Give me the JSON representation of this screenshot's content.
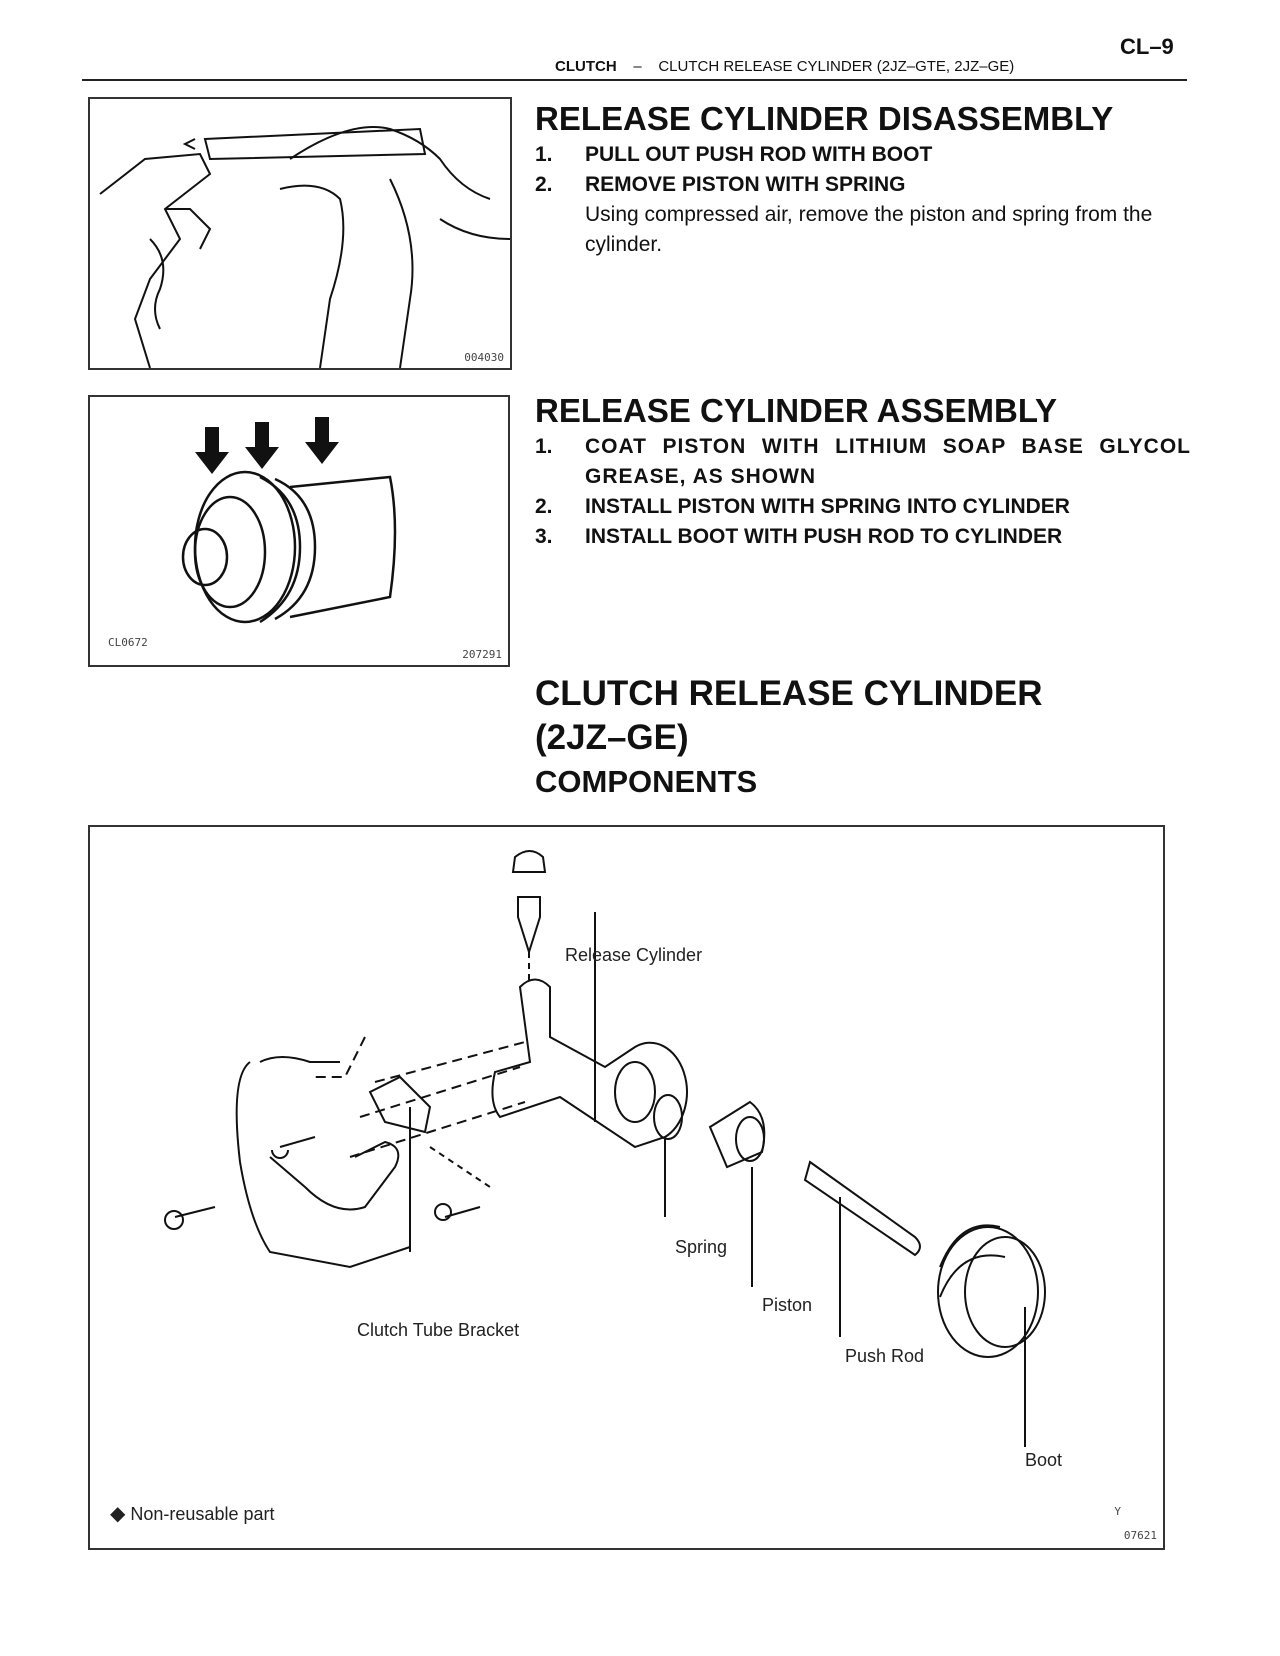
{
  "header": {
    "page_number": "CL–9",
    "section": "CLUTCH",
    "separator": "–",
    "subsection": "CLUTCH RELEASE CYLINDER (2JZ–GTE, 2JZ–GE)"
  },
  "disassembly": {
    "title": "RELEASE CYLINDER DISASSEMBLY",
    "steps": [
      {
        "num": "1.",
        "text": "PULL OUT PUSH ROD WITH BOOT"
      },
      {
        "num": "2.",
        "text": "REMOVE PISTON WITH SPRING",
        "detail": "Using compressed air, remove the piston and spring from the cylinder."
      }
    ],
    "figure_code": "004030"
  },
  "assembly": {
    "title": "RELEASE CYLINDER ASSEMBLY",
    "steps": [
      {
        "num": "1.",
        "text": "COAT PISTON WITH LITHIUM SOAP BASE GLYCOL GREASE, AS SHOWN"
      },
      {
        "num": "2.",
        "text": "INSTALL PISTON WITH SPRING INTO CYLINDER"
      },
      {
        "num": "3.",
        "text": "INSTALL BOOT WITH PUSH ROD TO CYLINDER"
      }
    ],
    "figure_code_left": "CL0672",
    "figure_code_right": "207291"
  },
  "components": {
    "title_line1": "CLUTCH RELEASE CYLINDER",
    "title_line2": "(2JZ–GE)",
    "subtitle": "COMPONENTS",
    "labels": {
      "release_cylinder": "Release Cylinder",
      "spring": "Spring",
      "piston": "Piston",
      "push_rod": "Push Rod",
      "boot": "Boot",
      "bracket": "Clutch Tube Bracket"
    },
    "legend": "Non-reusable part",
    "figure_mark": "Y",
    "figure_code": "07621"
  }
}
